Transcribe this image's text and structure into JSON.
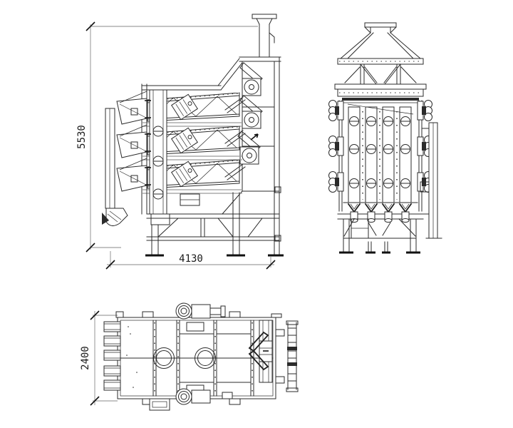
{
  "colors": {
    "background": "#ffffff",
    "line": "#2b2b2b",
    "dimension_line": "#8a8a8a",
    "text": "#1a1a1a"
  },
  "dimensions": {
    "front_height": {
      "value": "5530",
      "orientation": "vertical"
    },
    "front_width": {
      "value": "4130",
      "orientation": "horizontal"
    },
    "plan_depth": {
      "value": "2400",
      "orientation": "vertical"
    }
  }
}
